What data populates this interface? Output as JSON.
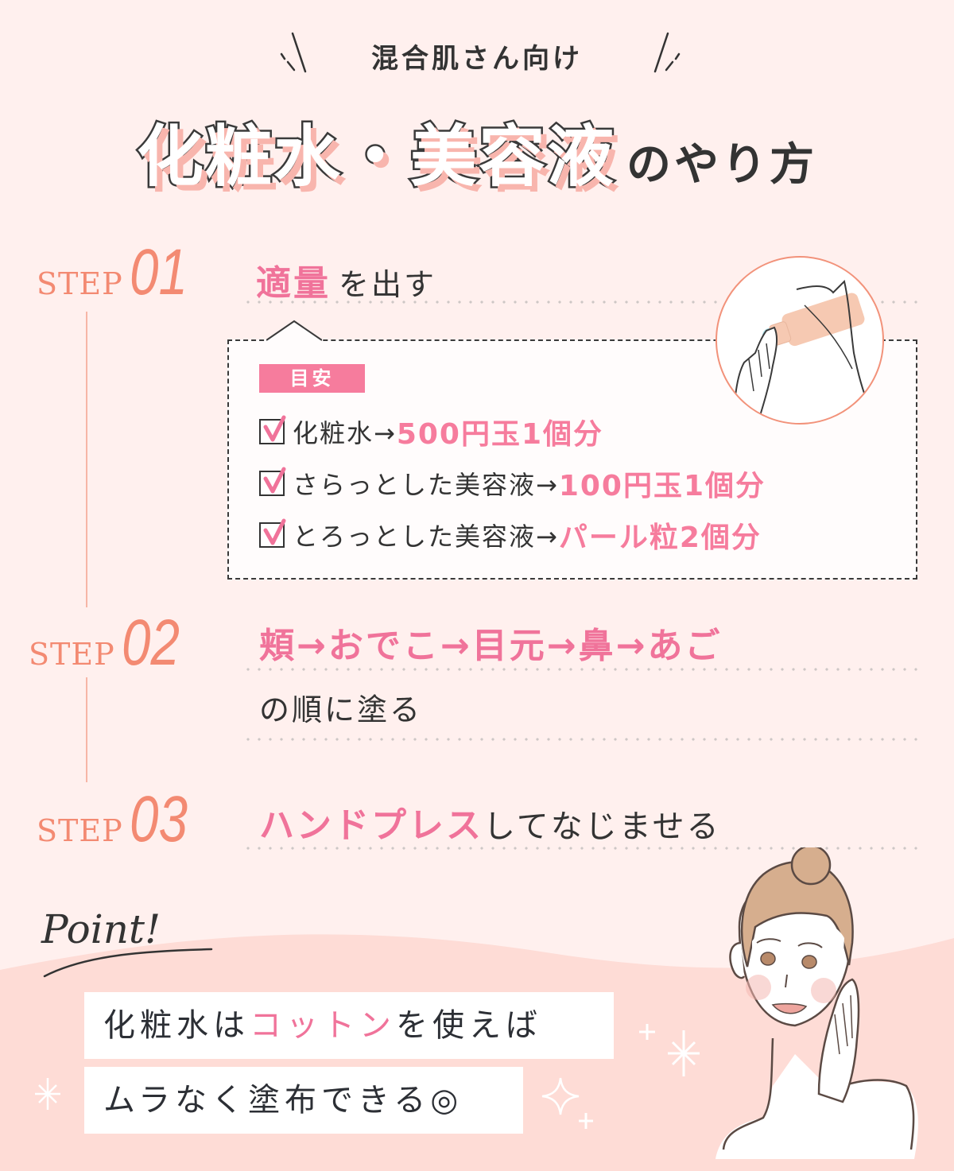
{
  "header": {
    "subtitle": "混合肌さん向け",
    "title_emphasis": "化粧水・美容液",
    "title_suffix": "のやり方"
  },
  "steps": [
    {
      "word": "STEP",
      "number": "01",
      "heading_highlight": "適量",
      "heading_rest": "を出す"
    },
    {
      "word": "STEP",
      "number": "02",
      "heading_highlight": "頬→おでこ→目元→鼻→あご",
      "heading_rest": "の順に塗る"
    },
    {
      "word": "STEP",
      "number": "03",
      "heading_highlight": "ハンドプレス",
      "heading_rest": "してなじませる"
    }
  ],
  "guide": {
    "tag": "目安",
    "items": [
      {
        "label": "化粧水→",
        "value": "500円玉1個分"
      },
      {
        "label": "さらっとした美容液→",
        "value": "100円玉1個分"
      },
      {
        "label": "とろっとした美容液→",
        "value": "パール粒2個分"
      }
    ]
  },
  "point": {
    "heading": "Point!",
    "line1_before": "化粧水は",
    "line1_highlight": "コットン",
    "line1_after": "を使えば",
    "line2": "ムラなく塗布できる◎"
  },
  "icons": {
    "check": "check-icon",
    "sparkle": "sparkle-icon",
    "illustration_hands": "hands-bottle-illustration",
    "illustration_woman": "woman-illustration"
  },
  "colors": {
    "background": "#fff0ee",
    "background_lower": "#fedcd6",
    "pink_accent": "#f67c9d",
    "step_orange": "#f38a72",
    "text_dark": "#333333",
    "title_shadow": "#f8b5ad"
  }
}
